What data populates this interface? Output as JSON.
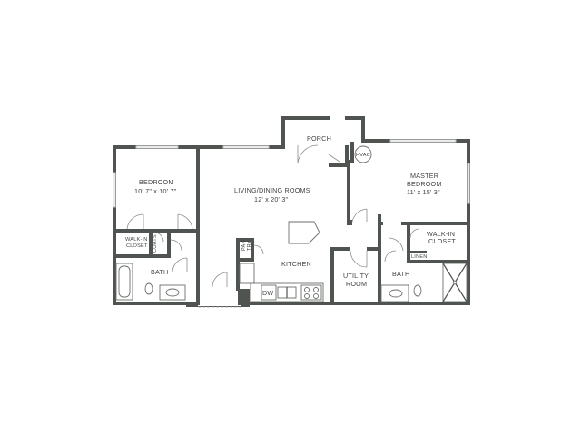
{
  "rooms": {
    "porch": "PORCH",
    "hvac": "HVAC",
    "bedroom": "BEDROOM",
    "bedroom_size": "10' 7\" x 10' 7\"",
    "living": "LIVING/DINING ROOMS",
    "living_size": "12' x 20' 3\"",
    "master_line1": "MASTER",
    "master_line2": "BEDROOM",
    "master_size": "11' x 15' 3\"",
    "walkin_left_1": "WALK-IN",
    "walkin_left_2": "CLOSET",
    "coats": "COATS",
    "bath_left": "BATH",
    "pantry_1": "PAN-",
    "pantry_2": "TRY",
    "kitchen": "KITCHEN",
    "dw": "DW",
    "utility_1": "UTILITY",
    "utility_2": "ROOM",
    "walkin_right_1": "WALK-IN",
    "walkin_right_2": "CLOSET",
    "linen": "LINEN",
    "bath_right": "BATH"
  },
  "colors": {
    "wall": "#4f5450",
    "text": "#3e423f"
  }
}
